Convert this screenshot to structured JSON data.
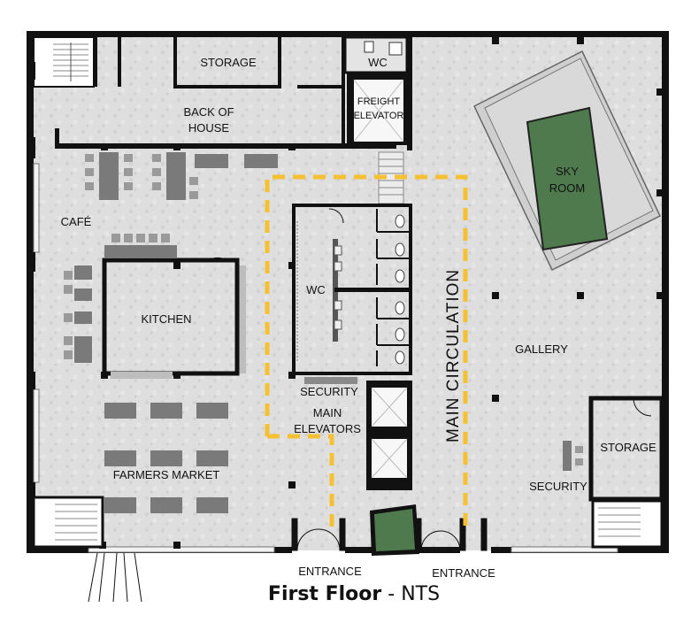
{
  "plan": {
    "title_bold": "First Floor",
    "title_rest": " - NTS",
    "rooms": {
      "storage_top": "STORAGE",
      "wc_top": "WC",
      "freight_1": "FREIGHT",
      "freight_2": "ELEVATOR",
      "back_of_house_1": "BACK OF",
      "back_of_house_2": "HOUSE",
      "cafe": "CAFÉ",
      "kitchen": "KITCHEN",
      "wc_center": "WC",
      "security_center": "SECURITY",
      "main_elevators_1": "MAIN",
      "main_elevators_2": "ELEVATORS",
      "farmers_market": "FARMERS MARKET",
      "entrance_left": "ENTRANCE",
      "entrance_right": "ENTRANCE",
      "main_circulation": "MAIN CIRCULATION",
      "sky_room_1": "SKY",
      "sky_room_2": "ROOM",
      "gallery": "GALLERY",
      "storage_right": "STORAGE",
      "security_right": "SECURITY"
    },
    "colors": {
      "floor": "#dcdcdc",
      "wall": "#111111",
      "furniture": "#7a7a7a",
      "circulation": "#f6c033",
      "green": "#4e7a4e"
    }
  }
}
